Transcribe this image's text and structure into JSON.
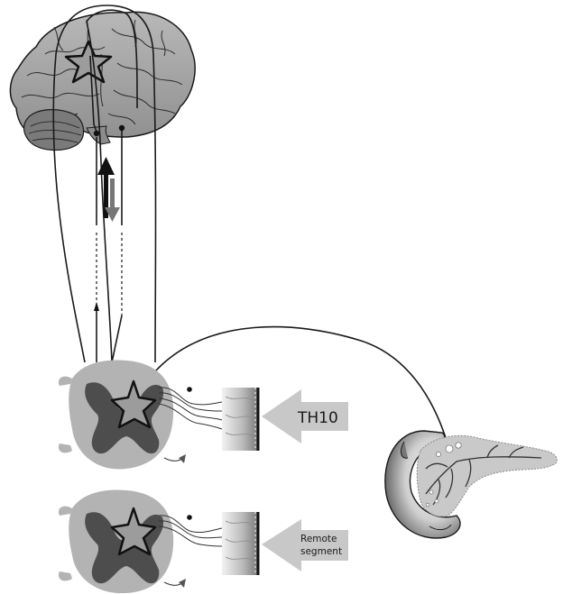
{
  "labels": {
    "segment_label": "TH10",
    "remote_label_line1": "Remote",
    "remote_label_line2": "segment"
  },
  "colors": {
    "brain_fill": "#a6a6a6",
    "brain_lobe": "#8c8c8c",
    "cerebellum": "#7a7a7a",
    "cord_white_matter": "#b3b3b3",
    "cord_grey_matter": "#4d4d4d",
    "star_fill": "#9c9c9c",
    "arrow_block": "#c8c8c8",
    "ascending_arrow": "#111111",
    "descending_arrow": "#777777",
    "pancreas": "#c9c9c9",
    "duodenum": "#6e6e6e",
    "line": "#1a1a1a"
  },
  "icons": [
    "brain",
    "star-lesion",
    "spinal-cord-cross-section",
    "dermatome-skin-block",
    "pancreas",
    "block-arrow-left"
  ]
}
